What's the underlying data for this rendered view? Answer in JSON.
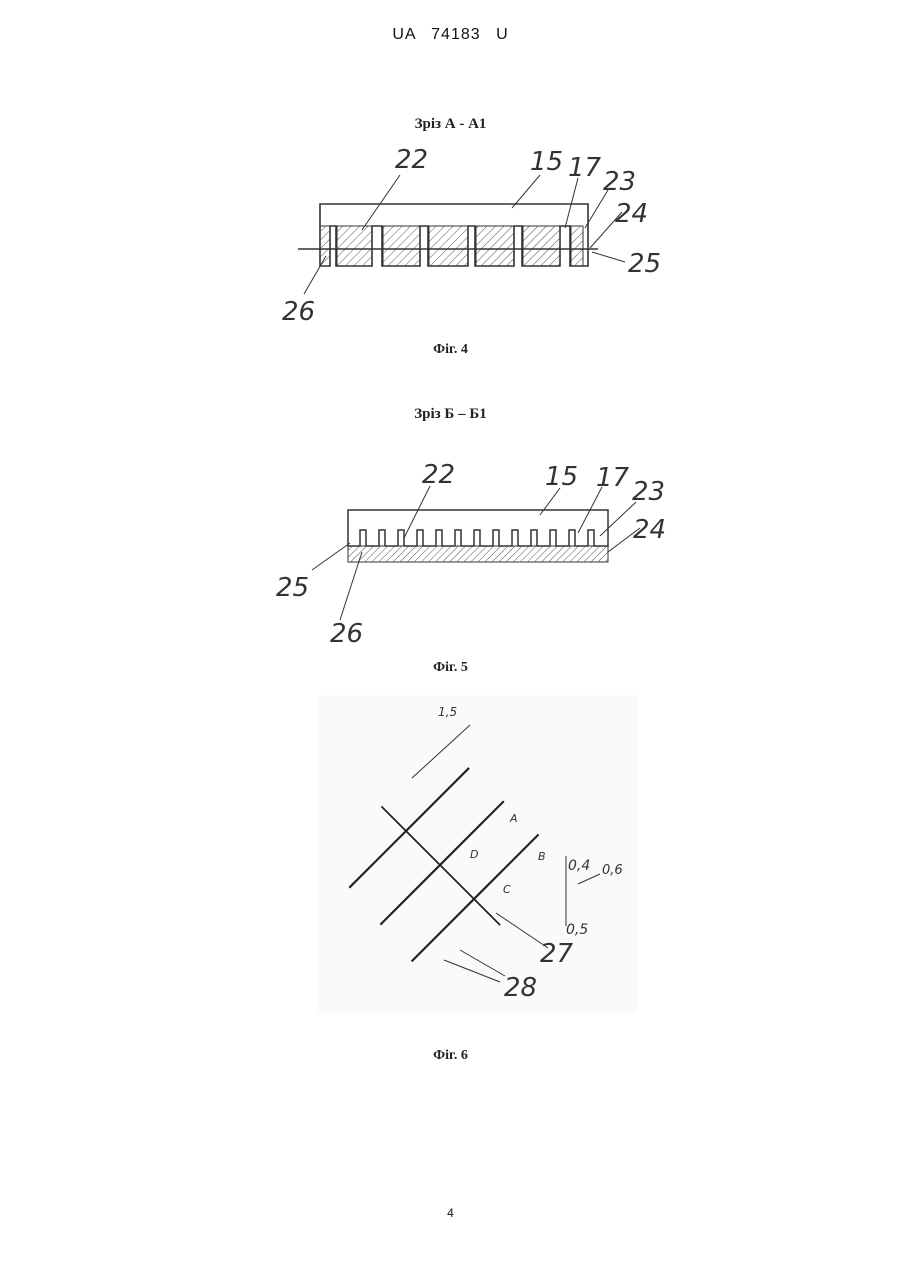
{
  "header": "UA   74183   U",
  "page_number": "4",
  "figures": [
    {
      "section_title": "Зріз А - А1",
      "caption": "Фіг. 4",
      "callouts": [
        "22",
        "15",
        "17",
        "23",
        "24",
        "25",
        "26"
      ]
    },
    {
      "section_title": "Зріз Б – Б1",
      "caption": "Фіг. 5",
      "callouts": [
        "22",
        "15",
        "17",
        "23",
        "24",
        "25",
        "26"
      ]
    },
    {
      "caption": "Фіг. 6",
      "callouts": [
        "27",
        "28"
      ],
      "dimensions": [
        "1,5",
        "0,4",
        "0,6",
        "0,5"
      ],
      "point_labels": [
        "A",
        "D",
        "B",
        "C"
      ]
    }
  ]
}
